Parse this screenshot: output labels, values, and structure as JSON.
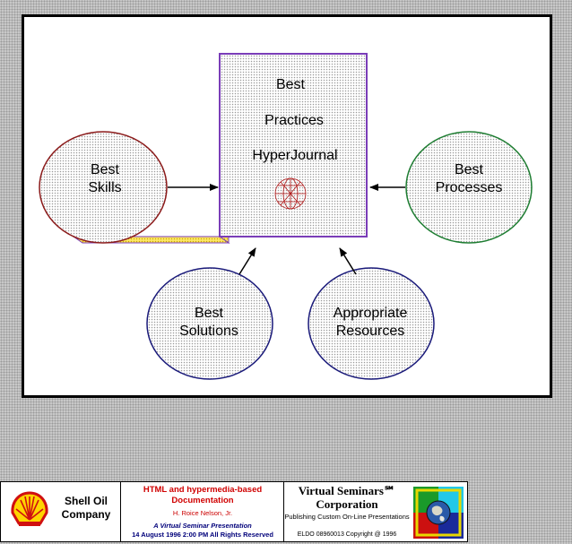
{
  "nodes": {
    "skills": [
      "Best",
      "Skills"
    ],
    "processes": [
      "Best",
      "Processes"
    ],
    "solutions": [
      "Best",
      "Solutions"
    ],
    "resources": [
      "Appropriate",
      "Resources"
    ],
    "journal": [
      "Best",
      "Practices",
      "HyperJournal"
    ]
  },
  "colors": {
    "skills_border": "#8b1a1a",
    "processes_border": "#1e7d32",
    "solutions_border": "#1a1a7a",
    "resources_border": "#1a1a7a",
    "book_border": "#7a3db8",
    "book_spine": "#ffe066",
    "globe": "#b01515"
  },
  "footer": {
    "shell_name": "Shell Oil Company",
    "doc_title": "HTML and hypermedia-based Documentation",
    "doc_author": "H. Roice Nelson, Jr.",
    "doc_event": "A Virtual Seminar Presentation",
    "doc_date": "14 August 1996  2:00 PM   All Rights Reserved",
    "vs_title": "Virtual Seminars℠ Corporation",
    "vs_sub": "Publishing Custom On-Line Presentations",
    "vs_copyright": "ELDO 08960013 Copyright @ 1996"
  }
}
